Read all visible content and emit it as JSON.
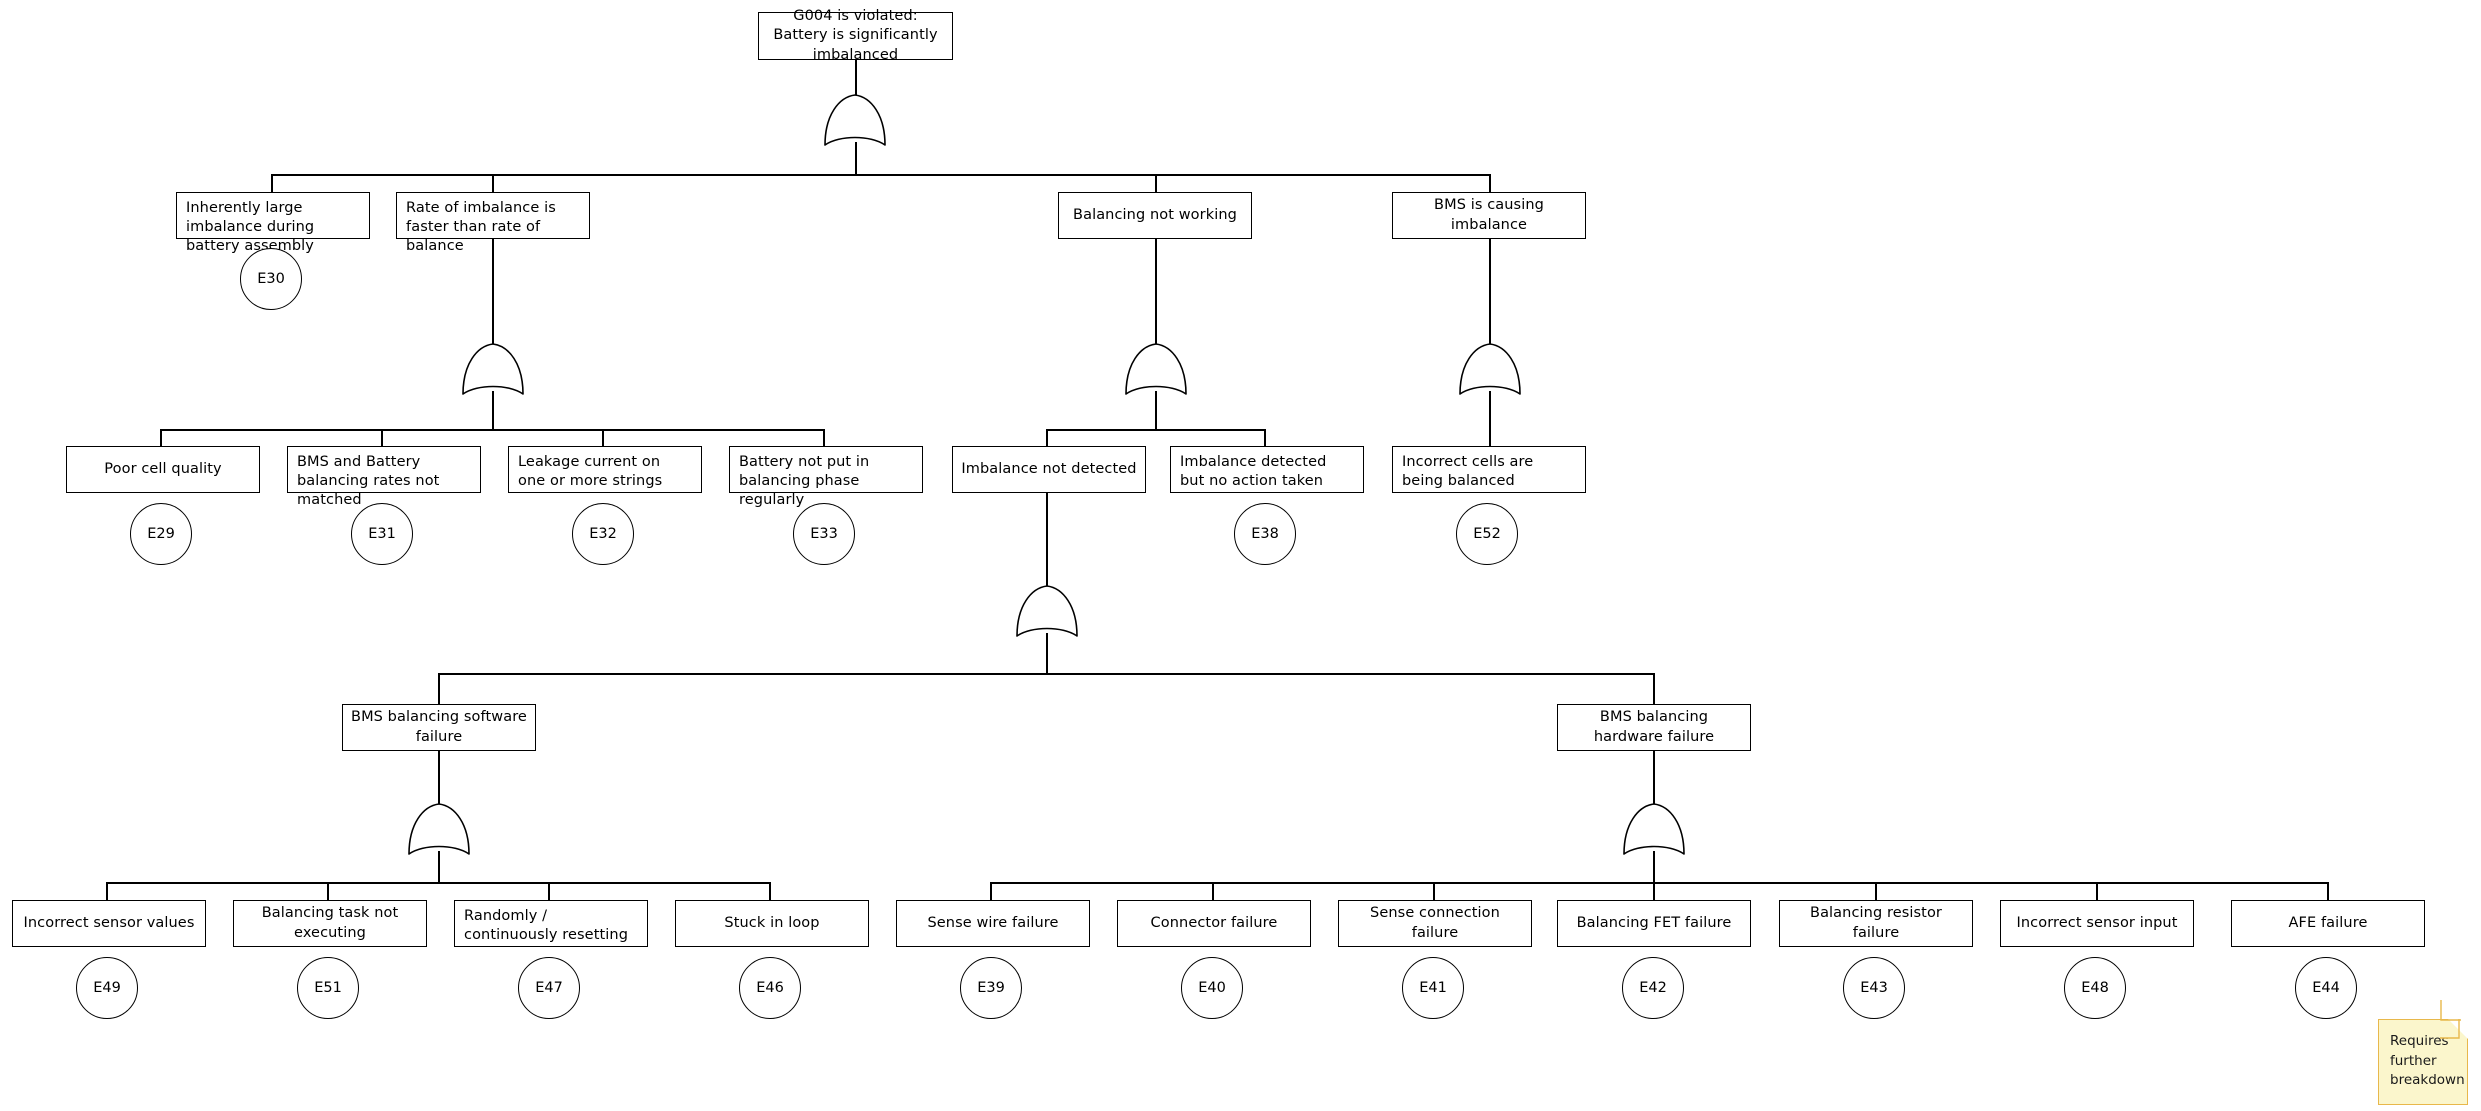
{
  "diagram": {
    "type": "fault-tree",
    "title": "G004 is violated: Battery is significantly imbalanced",
    "gate_type": "OR",
    "gate_count": 6
  },
  "nodes": {
    "top": {
      "label": "G004 is violated: Battery is significantly imbalanced"
    },
    "l2": [
      {
        "label": "Inherently large imbalance during battery assembly",
        "event": "E30"
      },
      {
        "label": "Rate of imbalance is faster than rate of balance"
      },
      {
        "label": "Balancing not working"
      },
      {
        "label": "BMS is causing imbalance"
      }
    ],
    "l3": [
      {
        "label": "Poor cell quality",
        "event": "E29"
      },
      {
        "label": "BMS and Battery balancing rates not matched",
        "event": "E31"
      },
      {
        "label": "Leakage current on one or more strings",
        "event": "E32"
      },
      {
        "label": "Battery not put in balancing phase regularly",
        "event": "E33"
      },
      {
        "label": "Imbalance not detected"
      },
      {
        "label": "Imbalance detected but no action taken",
        "event": "E38"
      },
      {
        "label": "Incorrect cells are being balanced",
        "event": "E52"
      }
    ],
    "l4": [
      {
        "label": "BMS balancing software failure"
      },
      {
        "label": "BMS balancing hardware failure"
      }
    ],
    "l5_software": [
      {
        "label": "Incorrect sensor values",
        "event": "E49"
      },
      {
        "label": "Balancing task not executing",
        "event": "E51"
      },
      {
        "label": "Randomly / continuously resetting",
        "event": "E47"
      },
      {
        "label": "Stuck in loop",
        "event": "E46"
      }
    ],
    "l5_hardware": [
      {
        "label": "Sense wire failure",
        "event": "E39"
      },
      {
        "label": "Connector failure",
        "event": "E40"
      },
      {
        "label": "Sense connection failure",
        "event": "E41"
      },
      {
        "label": "Balancing FET failure",
        "event": "E42"
      },
      {
        "label": "Balancing resistor failure",
        "event": "E43"
      },
      {
        "label": "Incorrect sensor input",
        "event": "E48"
      },
      {
        "label": "AFE failure",
        "event": "E44"
      }
    ]
  },
  "annotation": {
    "note": "Requires further breakdown"
  },
  "colors": {
    "stroke": "#000000",
    "box_fill": "#ffffff",
    "note_fill": "#fbf6cc",
    "note_border": "#e8b84b"
  }
}
